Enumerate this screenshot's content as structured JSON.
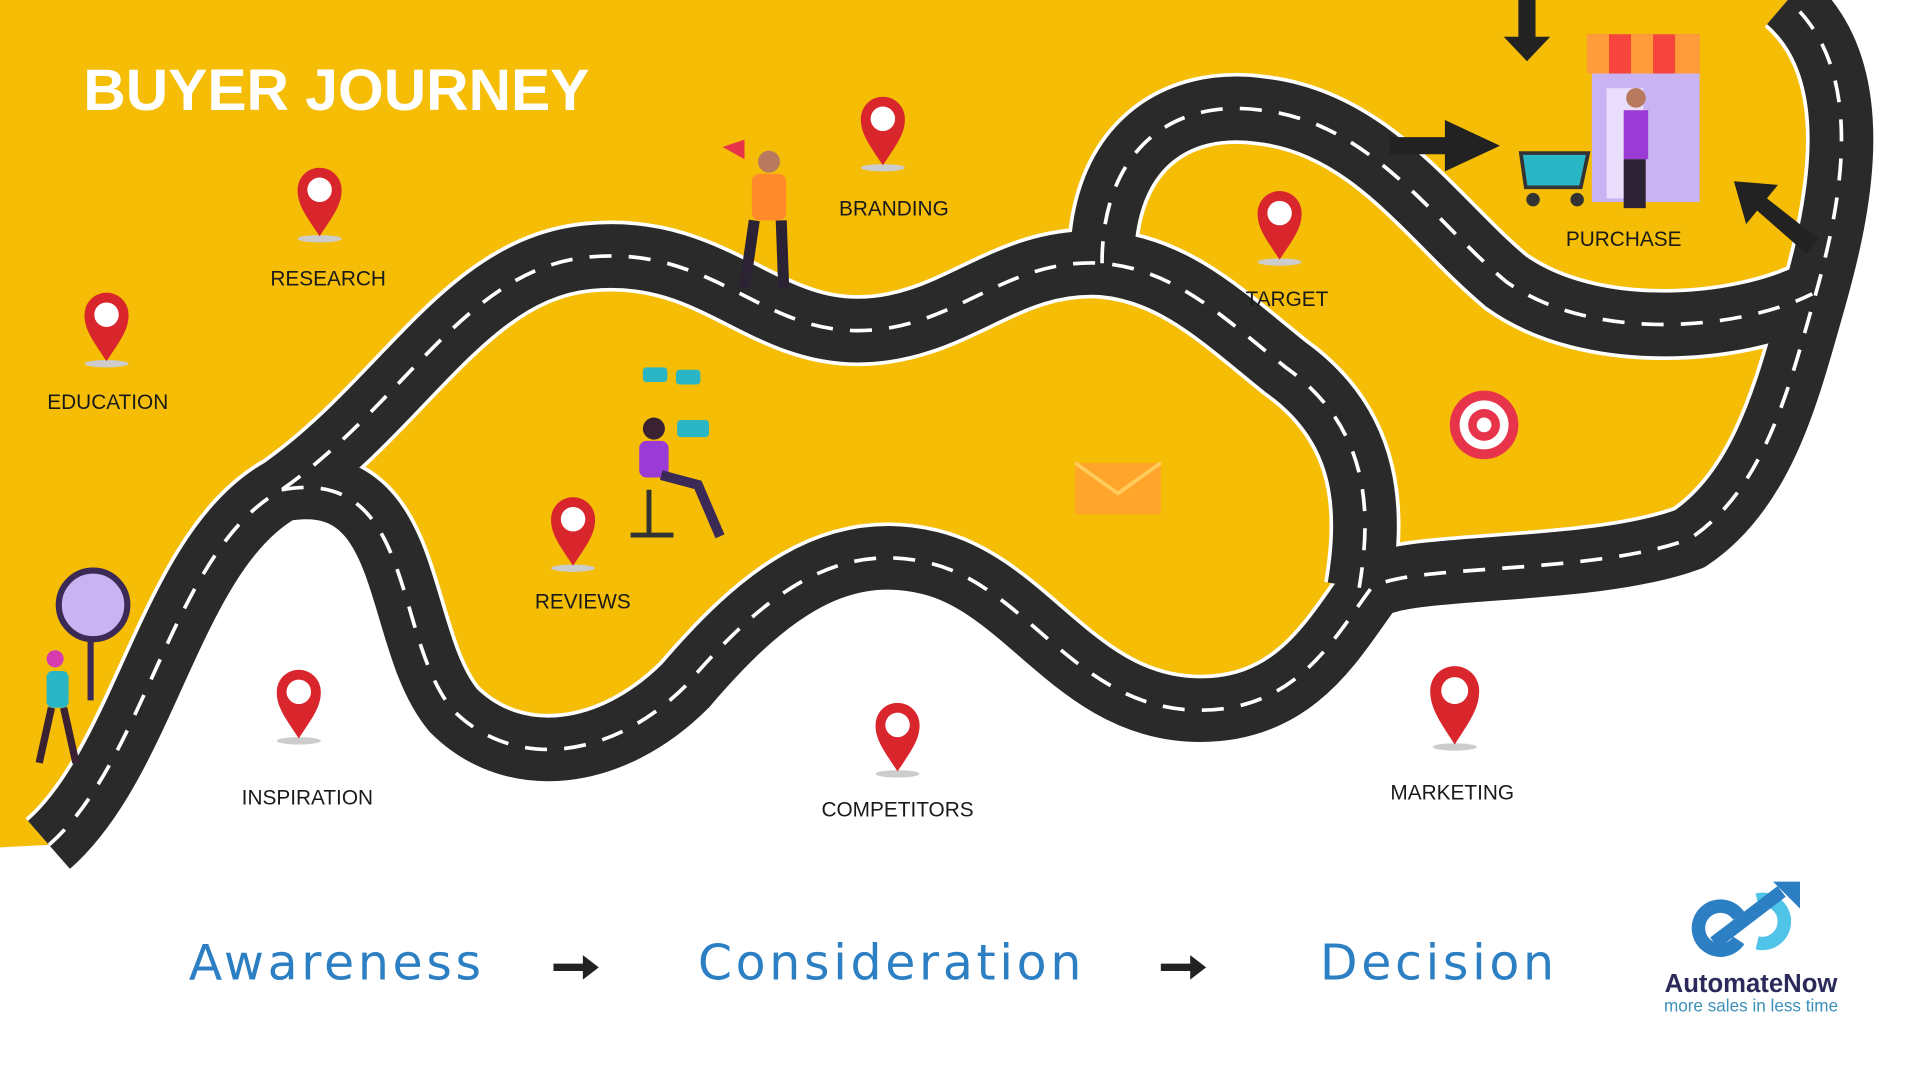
{
  "title": "BUYER JOURNEY",
  "colors": {
    "yellow": "#f5bd06",
    "road": "#2a2a2a",
    "pin": "#d8262c",
    "stage": "#2d7fc3",
    "brand_dark": "#2b2a5a",
    "brand_light": "#4fc3e8"
  },
  "milestones": [
    {
      "label": "EDUCATION",
      "icon": "map-pin-icon"
    },
    {
      "label": "RESEARCH",
      "icon": "map-pin-icon"
    },
    {
      "label": "BRANDING",
      "icon": "map-pin-icon"
    },
    {
      "label": "TARGET",
      "icon": "map-pin-icon"
    },
    {
      "label": "PURCHASE",
      "icon": "store-icon"
    },
    {
      "label": "REVIEWS",
      "icon": "map-pin-icon"
    },
    {
      "label": "INSPIRATION",
      "icon": "map-pin-icon"
    },
    {
      "label": "COMPETITORS",
      "icon": "map-pin-icon"
    },
    {
      "label": "MARKETING",
      "icon": "map-pin-icon"
    }
  ],
  "stages": [
    "Awareness",
    "Consideration",
    "Decision"
  ],
  "brand": {
    "name": "AutomateNow",
    "tagline": "more sales in less time"
  }
}
